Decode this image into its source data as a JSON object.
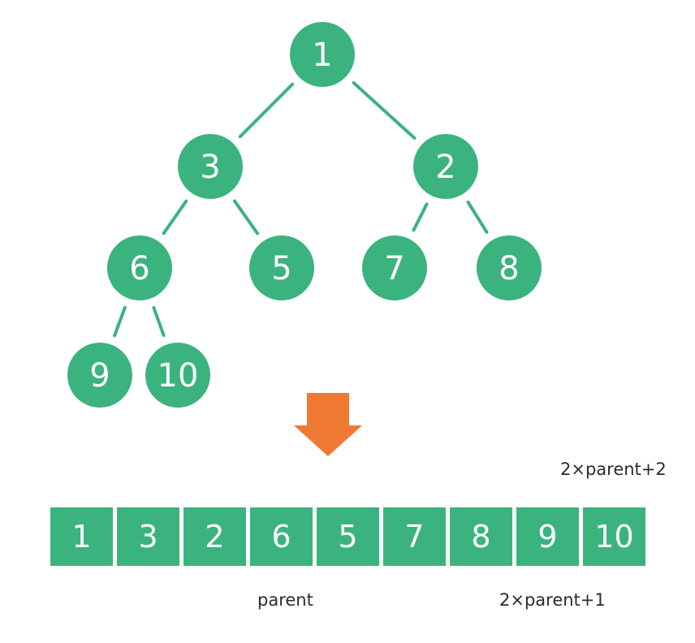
{
  "colors": {
    "node": "#3bb37f",
    "edge": "#3bb37f",
    "arrow": "#f07a33",
    "text": "#2b2b2b"
  },
  "tree": {
    "nodes": [
      {
        "id": "n1",
        "label": "1"
      },
      {
        "id": "n3",
        "label": "3"
      },
      {
        "id": "n2",
        "label": "2"
      },
      {
        "id": "n6",
        "label": "6"
      },
      {
        "id": "n5",
        "label": "5"
      },
      {
        "id": "n7",
        "label": "7"
      },
      {
        "id": "n8",
        "label": "8"
      },
      {
        "id": "n9",
        "label": "9"
      },
      {
        "id": "n10",
        "label": "10"
      }
    ],
    "edges": [
      [
        "n1",
        "n3"
      ],
      [
        "n1",
        "n2"
      ],
      [
        "n3",
        "n6"
      ],
      [
        "n3",
        "n5"
      ],
      [
        "n2",
        "n7"
      ],
      [
        "n2",
        "n8"
      ],
      [
        "n6",
        "n9"
      ],
      [
        "n6",
        "n10"
      ]
    ]
  },
  "array": {
    "cells": [
      "1",
      "3",
      "2",
      "6",
      "5",
      "7",
      "8",
      "9",
      "10"
    ]
  },
  "annotations": {
    "right_child": "2×parent+2",
    "parent": "parent",
    "left_child": "2×parent+1"
  }
}
